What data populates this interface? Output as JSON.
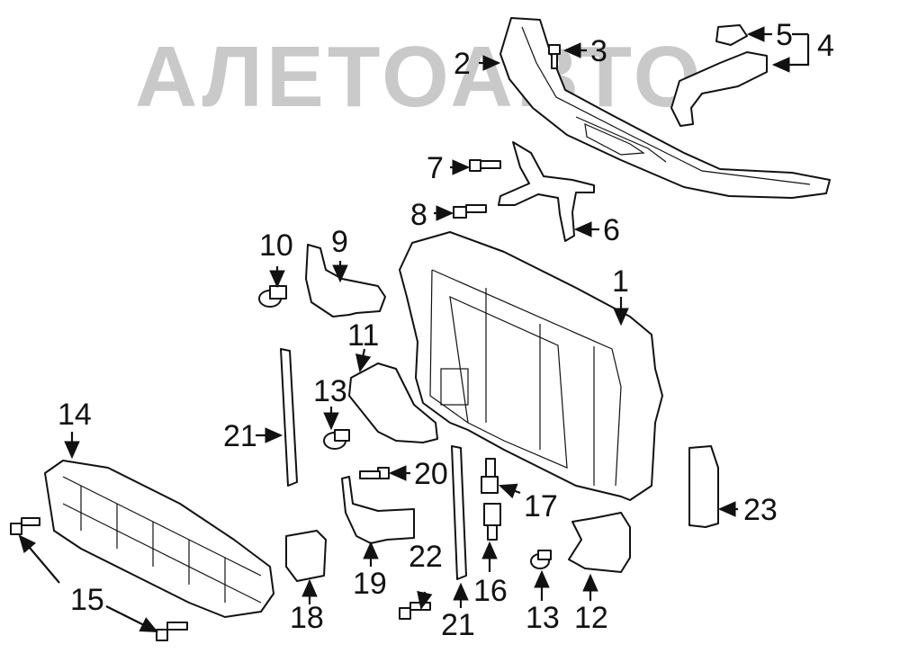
{
  "watermark": "АЛЕТОАВТО",
  "labels": {
    "l1": "1",
    "l2": "2",
    "l3": "3",
    "l4": "4",
    "l5": "5",
    "l6": "6",
    "l7": "7",
    "l8": "8",
    "l9": "9",
    "l10": "10",
    "l11": "11",
    "l12": "12",
    "l13a": "13",
    "l13b": "13",
    "l14": "14",
    "l15": "15",
    "l16": "16",
    "l17": "17",
    "l18": "18",
    "l19": "19",
    "l20": "20",
    "l21a": "21",
    "l21b": "21",
    "l22": "22",
    "l23": "23"
  }
}
